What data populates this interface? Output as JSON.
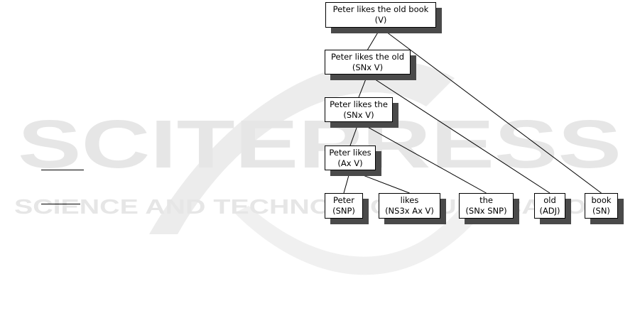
{
  "watermark": {
    "title": "SCITEPRESS",
    "subtitle": "SCIENCE AND TECHNOLOGY PUBLICATIONS"
  },
  "tree": {
    "nodes": [
      {
        "id": "n1",
        "text": "Peter likes the old book",
        "tag": "(V)"
      },
      {
        "id": "n2",
        "text": "Peter likes the old",
        "tag": "(SNx V)"
      },
      {
        "id": "n3",
        "text": "Peter likes the",
        "tag": "(SNx V)"
      },
      {
        "id": "n4",
        "text": "Peter likes",
        "tag": "(Ax V)"
      },
      {
        "id": "l1",
        "text": "Peter",
        "tag": "(SNP)"
      },
      {
        "id": "l2",
        "text": "likes",
        "tag": "(NS3x Ax V)"
      },
      {
        "id": "l3",
        "text": "the",
        "tag": "(SNx SNP)"
      },
      {
        "id": "l4",
        "text": "old",
        "tag": "(ADJ)"
      },
      {
        "id": "l5",
        "text": "book",
        "tag": "(SN)"
      }
    ],
    "edges": [
      [
        "n1",
        "n2"
      ],
      [
        "n1",
        "l5"
      ],
      [
        "n2",
        "n3"
      ],
      [
        "n2",
        "l4"
      ],
      [
        "n3",
        "n4"
      ],
      [
        "n3",
        "l3"
      ],
      [
        "n4",
        "l1"
      ],
      [
        "n4",
        "l2"
      ]
    ]
  }
}
